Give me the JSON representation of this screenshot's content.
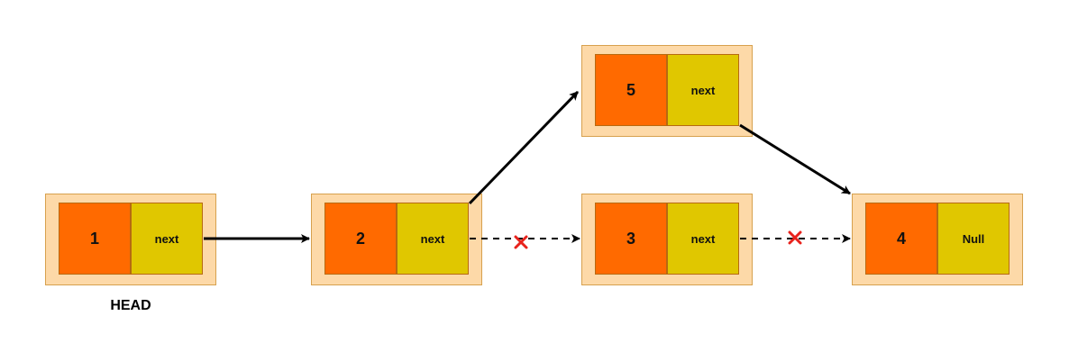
{
  "diagram": {
    "nodes": [
      {
        "id": "n1",
        "value": "1",
        "pointer": "next"
      },
      {
        "id": "n2",
        "value": "2",
        "pointer": "next"
      },
      {
        "id": "n5",
        "value": "5",
        "pointer": "next"
      },
      {
        "id": "n3",
        "value": "3",
        "pointer": "next"
      },
      {
        "id": "n4",
        "value": "4",
        "pointer": "Null"
      }
    ],
    "head_label": "HEAD",
    "edges": [
      {
        "from": "n1",
        "to": "n2",
        "style": "solid"
      },
      {
        "from": "n2",
        "to": "n5",
        "style": "solid"
      },
      {
        "from": "n5",
        "to": "n4",
        "style": "solid"
      },
      {
        "from": "n2",
        "to": "n3",
        "style": "dashed",
        "removed": true
      },
      {
        "from": "n3",
        "to": "n4",
        "style": "dashed",
        "removed": true
      }
    ],
    "colors": {
      "node_bg": "#fdd9a8",
      "value_cell": "#ff6a00",
      "pointer_cell": "#e0c700",
      "arrow": "#000000",
      "removed_mark": "#e8221c"
    }
  }
}
